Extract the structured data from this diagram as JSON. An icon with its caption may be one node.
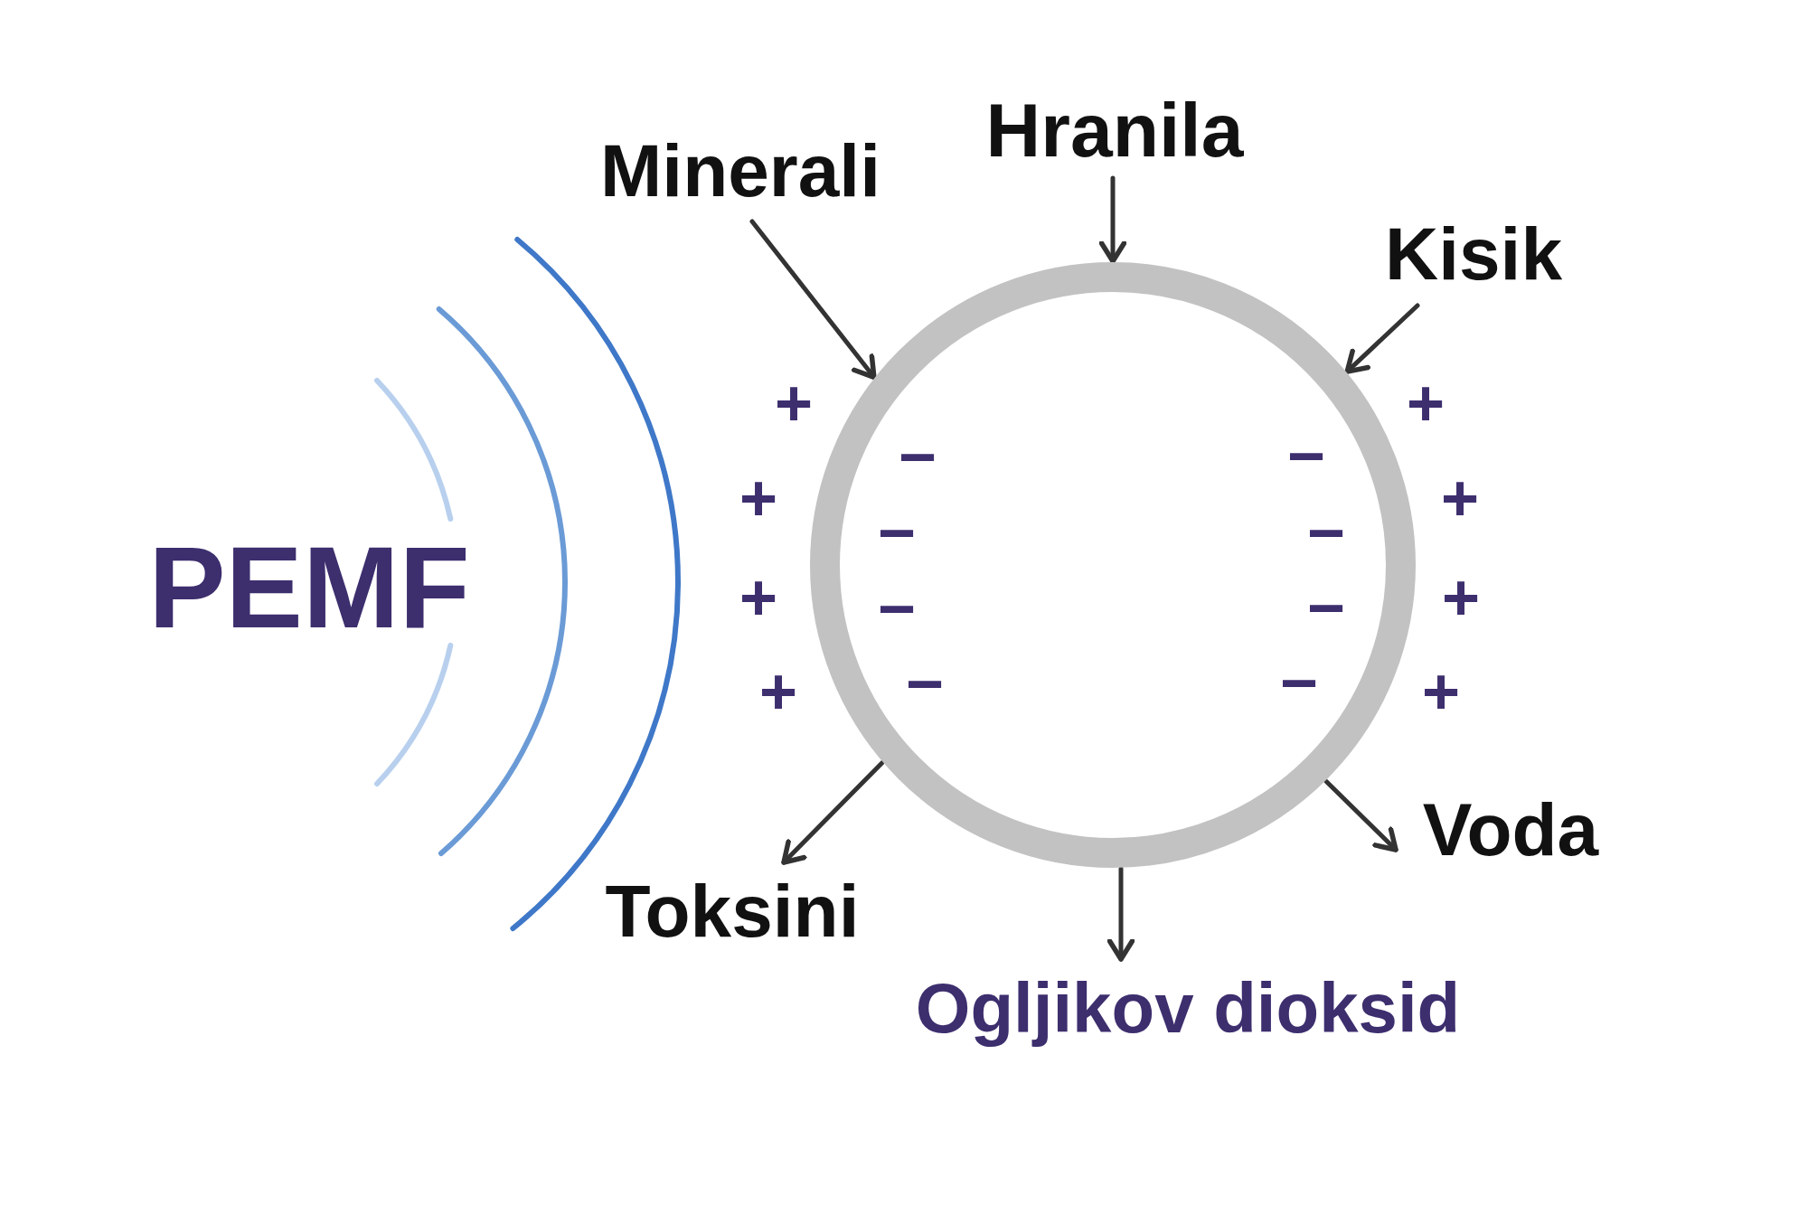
{
  "diagram": {
    "nodes": [
      {
        "text": [
          "Hranila"
        ]
      },
      {
        "text": [
          "Minerali"
        ]
      },
      {
        "text": [
          "Kisik"
        ]
      },
      {
        "text": [],
        "shape": "circle"
      },
      {
        "text": [
          "Voda"
        ]
      },
      {
        "text": [
          "Toksini"
        ]
      },
      {
        "text": [
          "Ogljikov dioksid"
        ]
      }
    ],
    "edges": [
      {
        "from": 0,
        "to": 3,
        "arrow": "to"
      },
      {
        "from": 1,
        "to": 3,
        "arrow": "to"
      },
      {
        "from": 2,
        "to": 3,
        "arrow": "to"
      },
      {
        "from": 3,
        "to": 4,
        "arrow": "to"
      },
      {
        "from": 3,
        "to": 5,
        "arrow": "to"
      },
      {
        "from": 3,
        "to": 6,
        "arrow": "to"
      }
    ],
    "labels": [
      "PEMF",
      "+",
      "+",
      "−",
      "−",
      "+",
      "+",
      "−",
      "−",
      "+",
      "+",
      "−",
      "−",
      "+",
      "−",
      "−",
      "+"
    ]
  }
}
